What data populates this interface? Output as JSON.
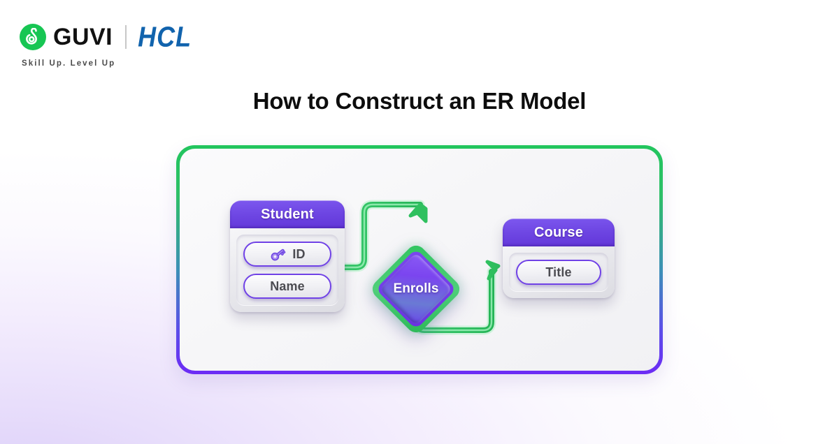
{
  "brand": {
    "logo_icon": "guvi-g-mark-icon",
    "name": "GUVI",
    "partner": "HCL",
    "tagline": "Skill Up. Level Up",
    "green": "#17c653",
    "blue": "#1163ad"
  },
  "title": "How to Construct an ER Model",
  "frame": {
    "border_gradient_from": "#22c55e",
    "border_gradient_to": "#6c2bf5"
  },
  "diagram": {
    "type": "er-model",
    "entities": [
      {
        "name": "Student",
        "attributes": [
          {
            "label": "ID",
            "icon": "key-icon",
            "is_primary_key": true
          },
          {
            "label": "Name",
            "icon": null,
            "is_primary_key": false
          }
        ]
      },
      {
        "name": "Course",
        "attributes": [
          {
            "label": "Title",
            "icon": null,
            "is_primary_key": false
          }
        ]
      }
    ],
    "relationship": {
      "label": "Enrolls",
      "shape": "diamond",
      "fill": "#7b45ef",
      "outline": "#2fc45f"
    },
    "connectors": [
      {
        "name": "student-to-enrolls",
        "from": "Student",
        "to": "Enrolls",
        "arrow": "down",
        "color": "#2fbf5f"
      },
      {
        "name": "enrolls-to-course",
        "from": "Enrolls",
        "to": "Course",
        "arrow": "up-right",
        "color": "#2fbf5f"
      }
    ]
  }
}
